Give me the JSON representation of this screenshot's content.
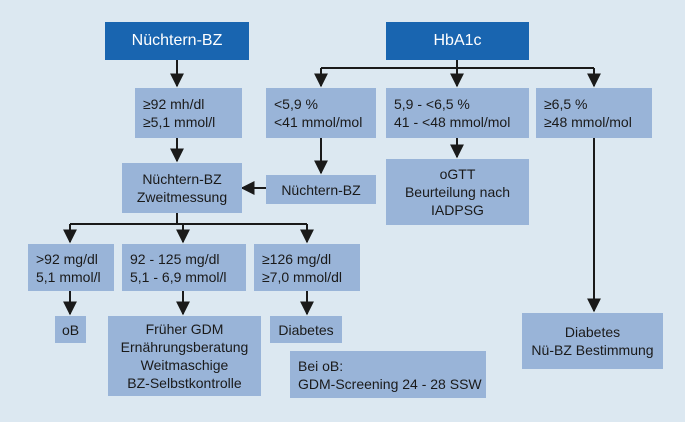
{
  "nodes": {
    "fasting_bg_header": "Nüchtern-BZ",
    "hba1c_header": "HbA1c",
    "fasting_threshold": [
      "≥92 mh/dl",
      "≥5,1 mmol/l"
    ],
    "hba1c_low": [
      "<5,9 %",
      "<41 mmol/mol"
    ],
    "hba1c_mid": [
      "5,9 - <6,5 %",
      "41 - <48 mmol/mol"
    ],
    "hba1c_high": [
      "≥6,5 %",
      "≥48 mmol/mol"
    ],
    "fasting_second": [
      "Nüchtern-BZ",
      "Zweitmessung"
    ],
    "fasting_bg_from_low": "Nüchtern-BZ",
    "ogtt": [
      "oGTT",
      "Beurteilung nach",
      "IADPSG"
    ],
    "result_low": [
      ">92 mg/dl",
      "5,1 mmol/l"
    ],
    "result_mid": [
      "92 - 125 mg/dl",
      "5,1 - 6,9 mmol/l"
    ],
    "result_high": [
      "≥126 mg/dl",
      "≥7,0 mmol/dl"
    ],
    "outcome_ob": "oB",
    "outcome_gdm": [
      "Früher GDM",
      "Ernährungsberatung",
      "Weitmaschige",
      "BZ-Selbstkontrolle"
    ],
    "outcome_diabetes": "Diabetes",
    "note_ob": [
      "Bei oB:",
      "GDM-Screening 24 - 28 SSW"
    ],
    "outcome_diabetes_right": [
      "Diabetes",
      "Nü-BZ Bestimmung"
    ]
  },
  "colors": {
    "background": "#dce8f1",
    "header_box": "#1965b0",
    "node_box": "#99b4d8",
    "connector": "#1a1a1a"
  }
}
